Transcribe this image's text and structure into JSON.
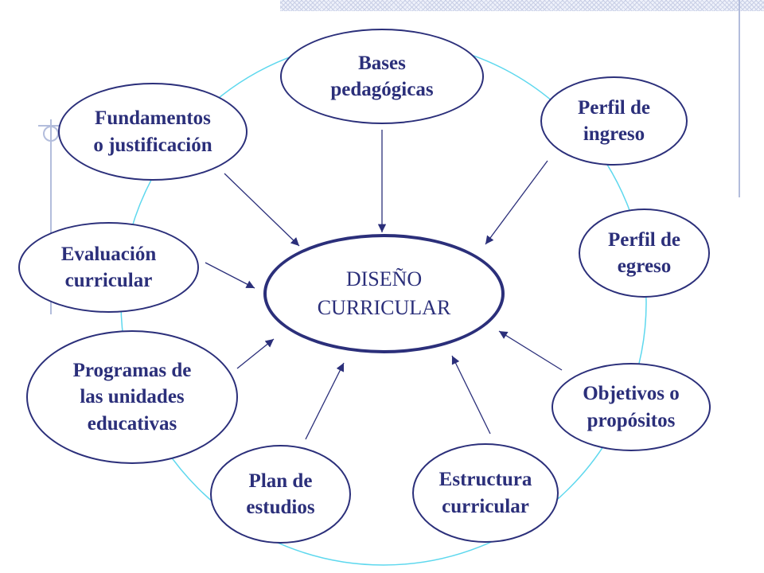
{
  "diagram": {
    "center": "DISEÑO\nCURRICULAR",
    "nodes": {
      "bases": "Bases\npedagógicas",
      "perfil_ingreso": "Perfil de\ningreso",
      "perfil_egreso": "Perfil de\negreso",
      "objetivos": "Objetivos o\npropósitos",
      "estructura": "Estructura\ncurricular",
      "plan": "Plan de\nestudios",
      "programas": "Programas de\nlas unidades\neducativas",
      "evaluacion": "Evaluación\ncurricular",
      "fundamentos": "Fundamentos\no justificación"
    },
    "colors": {
      "border": "#2b2f7a",
      "text": "#2b2f7a",
      "cycle_circle": "#5ed8ee",
      "decor": "#b3bddc"
    }
  }
}
